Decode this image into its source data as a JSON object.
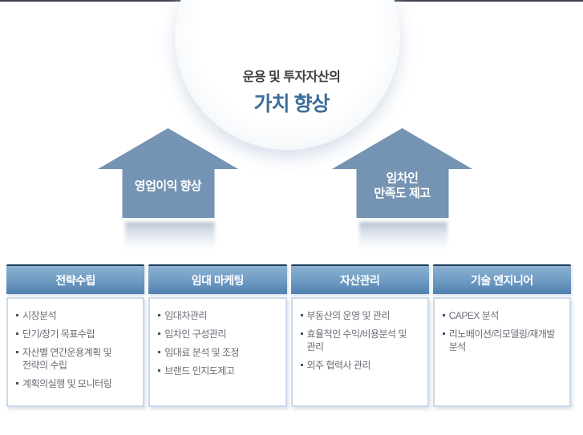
{
  "goal": {
    "line1": "운용 및 투자자산의",
    "line2": "가치 향상"
  },
  "arrows": {
    "left": {
      "lines": [
        "영업이익 향상"
      ]
    },
    "right": {
      "lines": [
        "임차인",
        "만족도 제고"
      ]
    }
  },
  "columns": [
    {
      "header": "전략수립",
      "items": [
        "시장분석",
        "단기/장기 목표수립",
        "자산별 연간운용계획 및 전략의 수립",
        "계획의실행 및 모니터링"
      ]
    },
    {
      "header": "임대 마케팅",
      "items": [
        "임대차관리",
        "임차인 구성관리",
        "임대료 분석 및 조정",
        "브랜드 인지도제고"
      ]
    },
    {
      "header": "자산관리",
      "items": [
        "부동산의 운영 및 관리",
        "효율적인 수익/비용분석 및 관리",
        "외주 협력사 관리"
      ]
    },
    {
      "header": "기술 엔지니어",
      "items": [
        "CAPEX 분석",
        "리노베이션/리모델링/재개발 분석"
      ]
    }
  ],
  "colors": {
    "arrow_fill": "#7593b2",
    "header_gradient_top": "#8cb1d3",
    "header_gradient_bottom": "#5080ae",
    "header_top_border": "#1f3e5a",
    "body_box_border": "#ccd9ea",
    "title_accent_blue": "#3c6d99",
    "title_dark": "#3b3b3b",
    "body_text": "#6a6c75"
  }
}
